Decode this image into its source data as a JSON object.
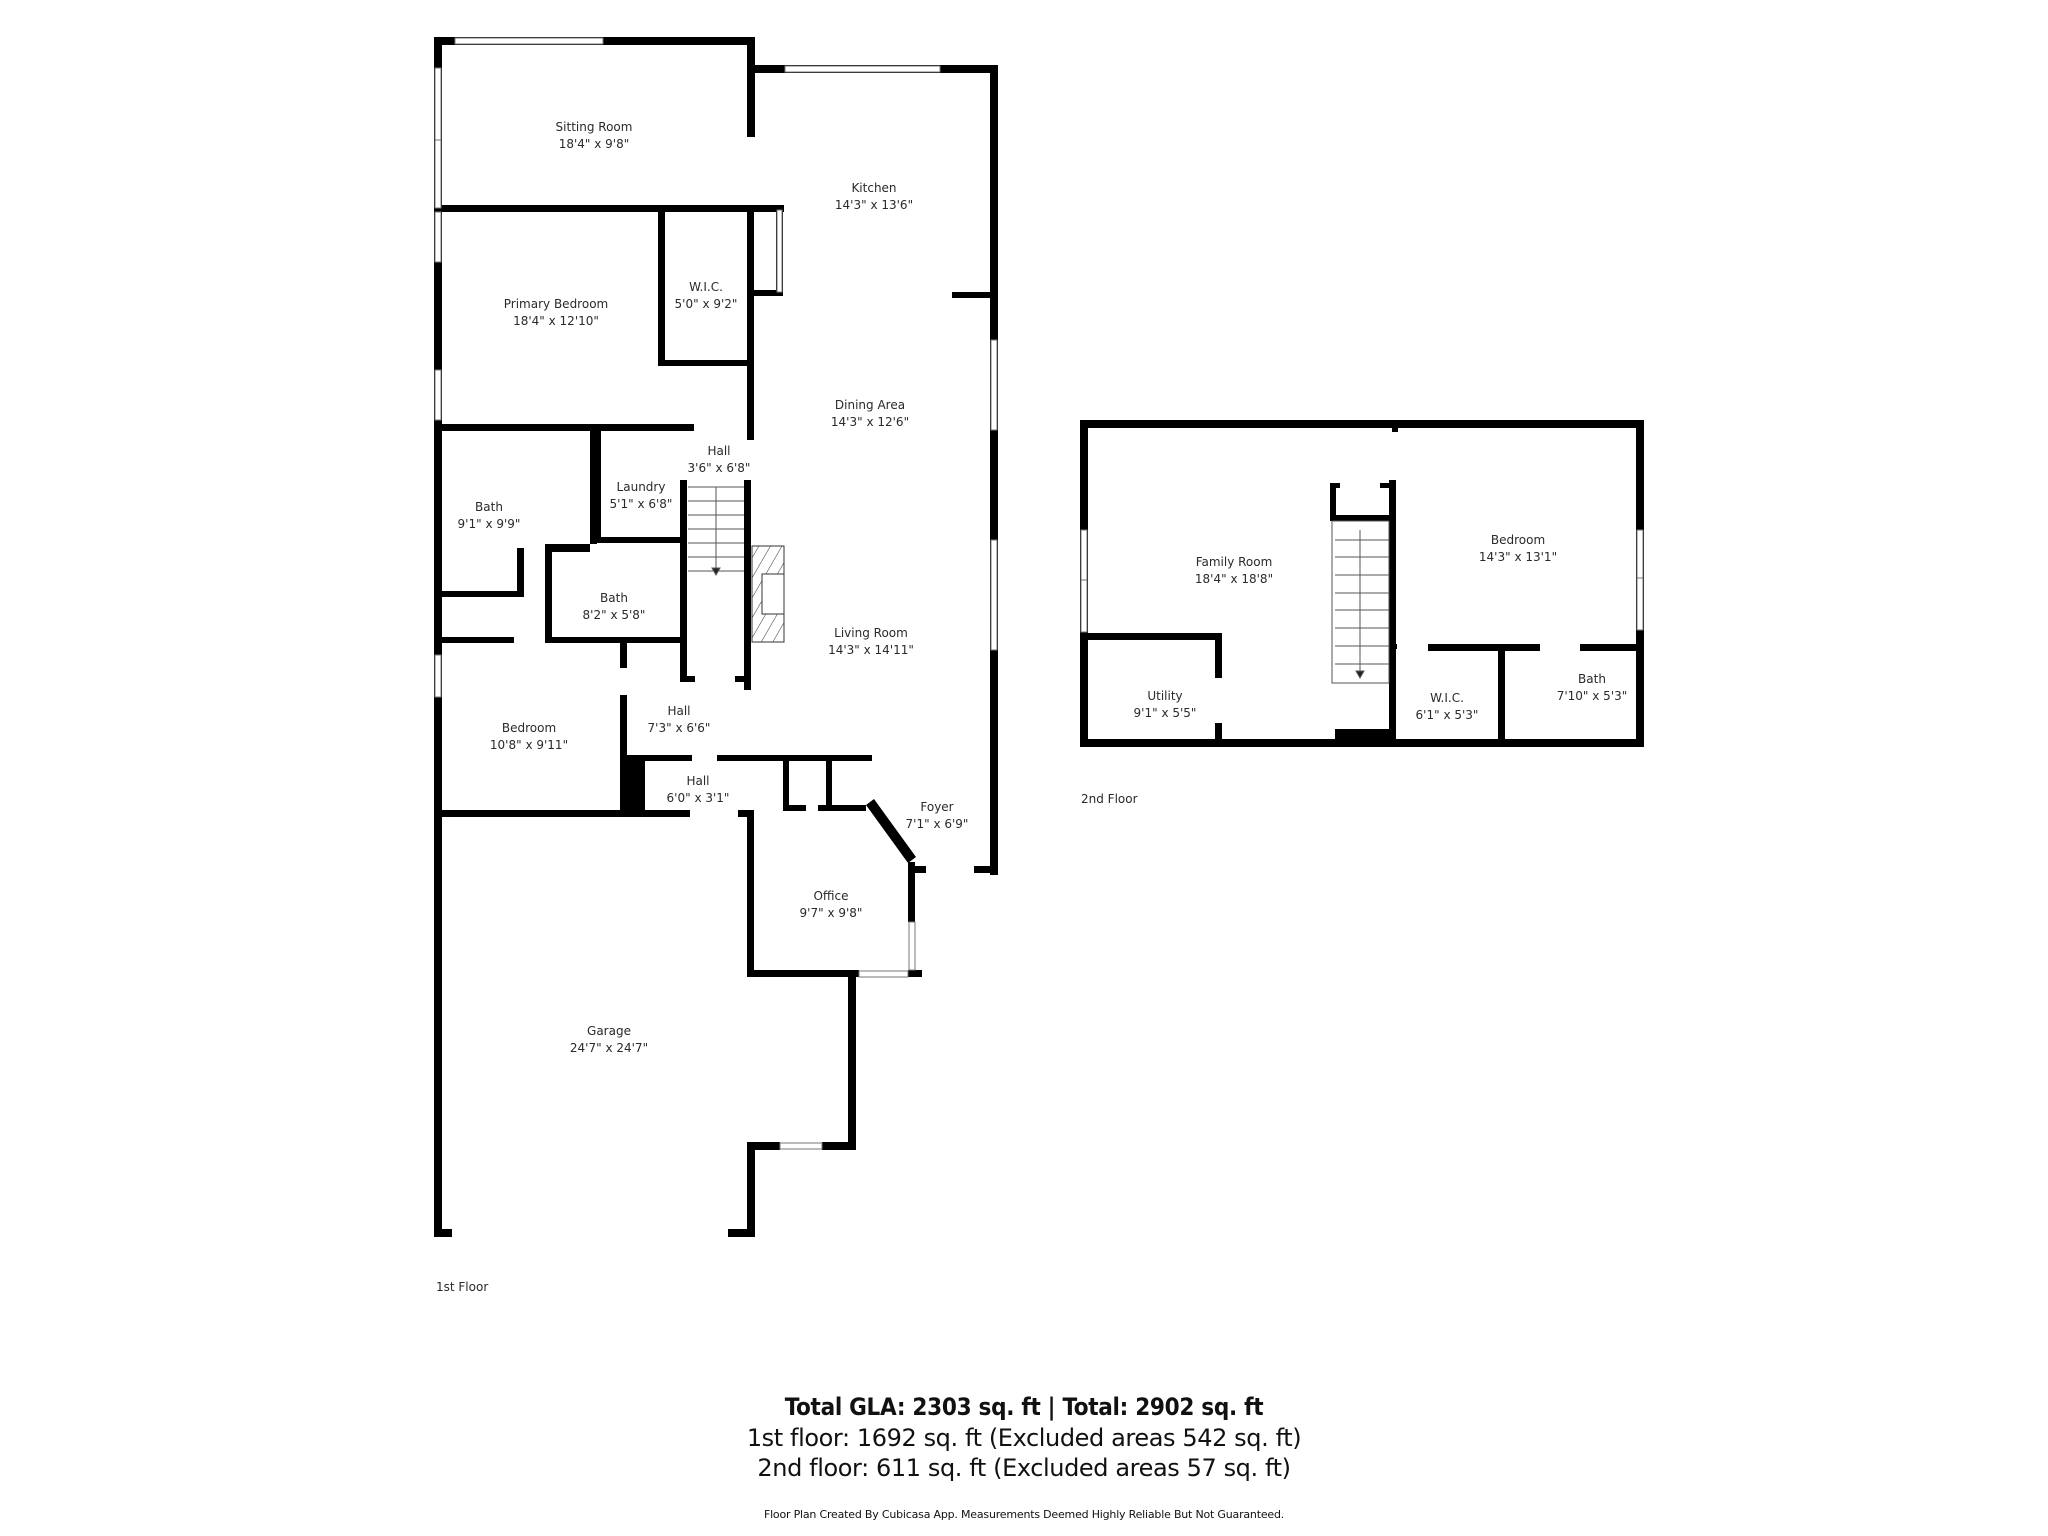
{
  "floors": [
    {
      "label": "1st Floor",
      "rooms": [
        {
          "name": "Sitting Room",
          "dims": "18'4\" x 9'8\""
        },
        {
          "name": "Kitchen",
          "dims": "14'3\" x 13'6\""
        },
        {
          "name": "W.I.C.",
          "dims": "5'0\" x 9'2\""
        },
        {
          "name": "Primary Bedroom",
          "dims": "18'4\" x 12'10\""
        },
        {
          "name": "Dining Area",
          "dims": "14'3\" x 12'6\""
        },
        {
          "name": "Hall",
          "dims": "3'6\" x 6'8\""
        },
        {
          "name": "Laundry",
          "dims": "5'1\" x 6'8\""
        },
        {
          "name": "Bath",
          "dims": "9'1\" x 9'9\""
        },
        {
          "name": "Bath",
          "dims": "8'2\" x 5'8\""
        },
        {
          "name": "Living Room",
          "dims": "14'3\" x 14'11\""
        },
        {
          "name": "Bedroom",
          "dims": "10'8\" x 9'11\""
        },
        {
          "name": "Hall",
          "dims": "7'3\" x 6'6\""
        },
        {
          "name": "Hall",
          "dims": "6'0\" x 3'1\""
        },
        {
          "name": "Foyer",
          "dims": "7'1\" x 6'9\""
        },
        {
          "name": "Office",
          "dims": "9'7\" x 9'8\""
        },
        {
          "name": "Garage",
          "dims": "24'7\" x 24'7\""
        }
      ]
    },
    {
      "label": "2nd Floor",
      "rooms": [
        {
          "name": "Family Room",
          "dims": "18'4\" x 18'8\""
        },
        {
          "name": "Bedroom",
          "dims": "14'3\" x 13'1\""
        },
        {
          "name": "Utility",
          "dims": "9'1\" x 5'5\""
        },
        {
          "name": "W.I.C.",
          "dims": "6'1\" x 5'3\""
        },
        {
          "name": "Bath",
          "dims": "7'10\" x 5'3\""
        }
      ]
    }
  ],
  "summary": {
    "total_line": "Total GLA: 2303 sq. ft | Total: 2902 sq. ft",
    "floor1_line": "1st floor: 1692 sq. ft (Excluded areas 542 sq. ft)",
    "floor2_line": "2nd floor: 611 sq. ft (Excluded areas 57 sq. ft)",
    "disclaimer": "Floor Plan Created By Cubicasa App. Measurements Deemed Highly Reliable But Not Guaranteed."
  },
  "colors": {
    "wall": "#000000",
    "background": "#ffffff",
    "text": "#2a2a2a"
  }
}
